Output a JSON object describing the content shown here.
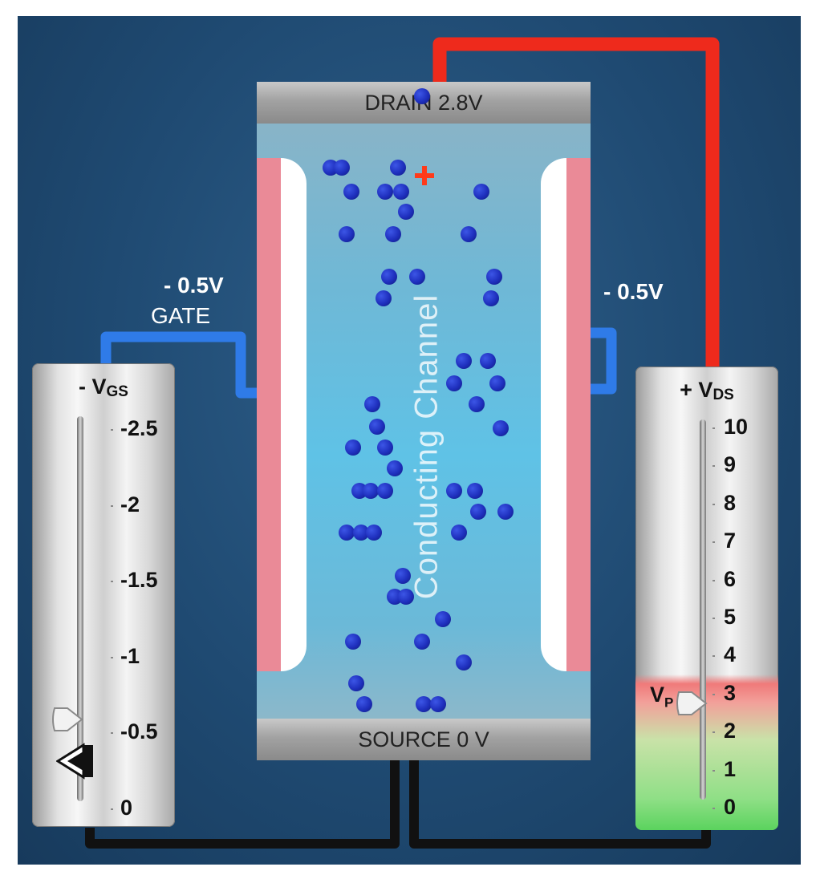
{
  "device": {
    "drain_label": "DRAIN  2.8V",
    "source_label": "SOURCE 0 V",
    "channel_label": "Conducting Channel",
    "hole_symbol": "+"
  },
  "gate": {
    "left_voltage": "- 0.5V",
    "label": "GATE",
    "right_voltage": "- 0.5V"
  },
  "vgs_slider": {
    "title_prefix": "- V",
    "title_sub": "GS",
    "ticks": [
      "-2.5",
      "-2",
      "-1.5",
      "-1",
      "-0.5",
      "0"
    ],
    "value": -0.5
  },
  "vds_slider": {
    "title_prefix": "+ V",
    "title_sub": "DS",
    "ticks": [
      "10",
      "9",
      "8",
      "7",
      "6",
      "5",
      "4",
      "3",
      "2",
      "1",
      "0"
    ],
    "vp_label": "V",
    "vp_sub": "P",
    "value": 2.8,
    "pinch_off": 3
  },
  "colors": {
    "drain_wire": "#ee2a1c",
    "gate_wire": "#2f7be8",
    "ground_wire": "#111111",
    "gate_plate": "#ea8a97",
    "electron": "#1e2fbd"
  }
}
